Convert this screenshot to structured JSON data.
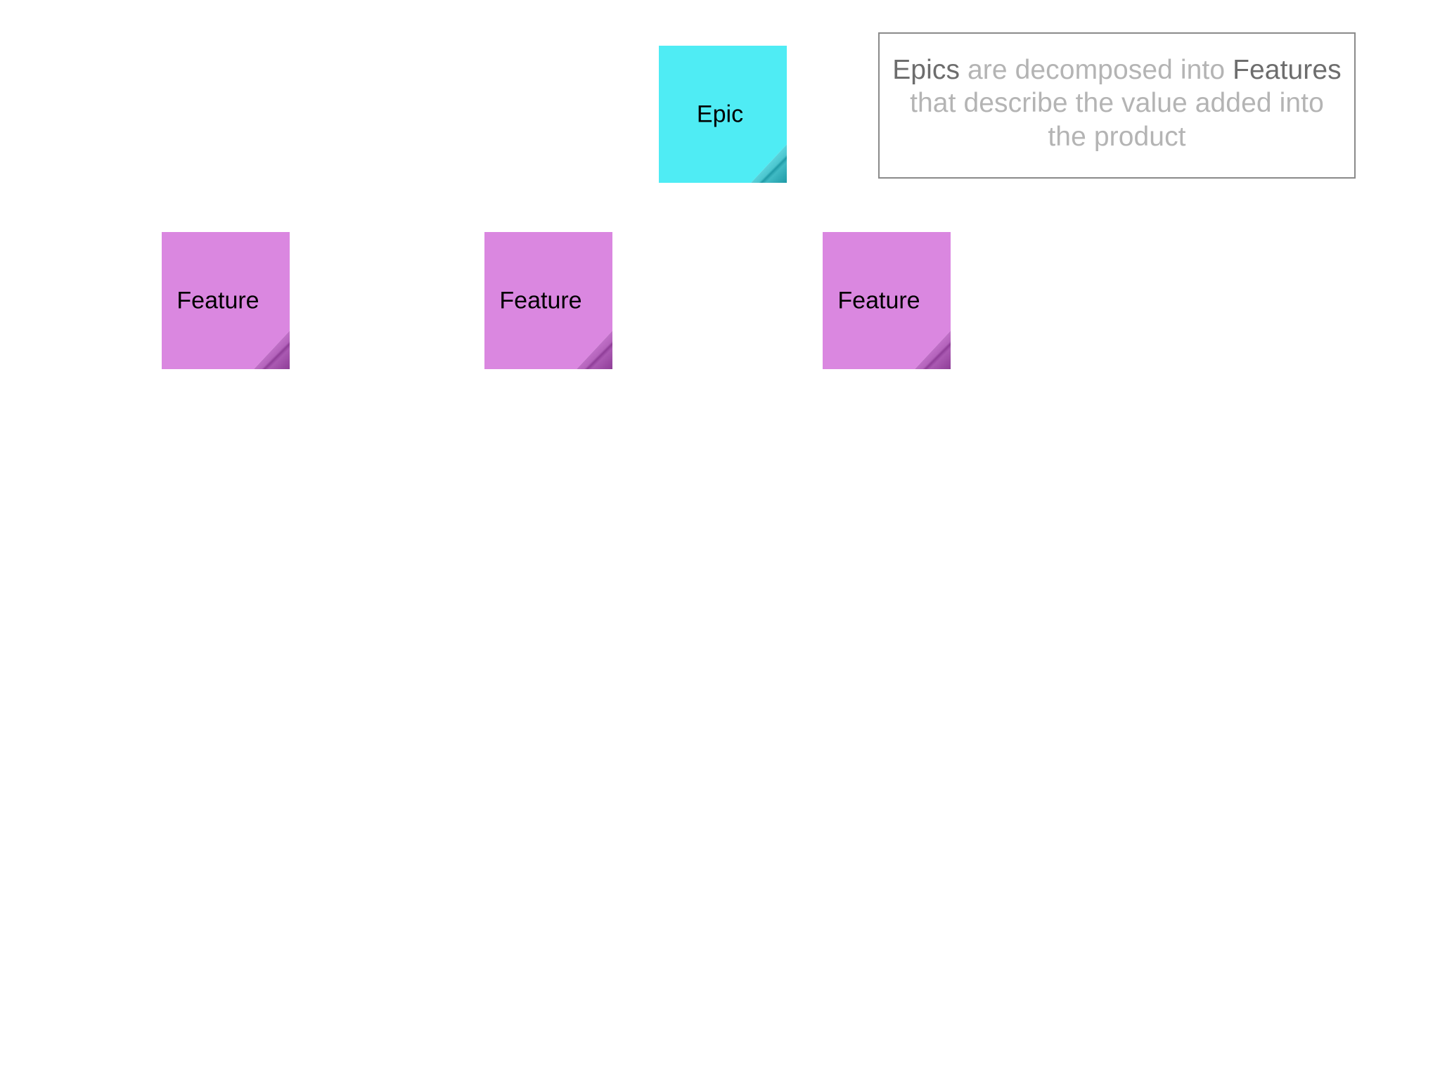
{
  "slide": {
    "background_color": "#ffffff",
    "title": "Epics are decomposed into Features"
  },
  "notes": {
    "epic": {
      "label": "Epic",
      "color": "#4FECF4",
      "text_color": "#000000",
      "kind": "epic"
    },
    "features": [
      {
        "label": "Feature",
        "color": "#DA87E0",
        "text_color": "#000000",
        "kind": "feature"
      },
      {
        "label": "Feature",
        "color": "#DA87E0",
        "text_color": "#000000",
        "kind": "feature"
      },
      {
        "label": "Feature",
        "color": "#DA87E0",
        "text_color": "#000000",
        "kind": "feature"
      }
    ]
  },
  "callout": {
    "border_color": "#8a8a8a",
    "body_color": "#b4b4b4",
    "emphasis_color": "#6d6d6d",
    "segments": [
      {
        "text": "Epics",
        "emphasis": true
      },
      {
        "text": " are decomposed into ",
        "emphasis": false
      },
      {
        "text": "Features",
        "emphasis": true
      },
      {
        "text": " that describe the value added into the product",
        "emphasis": false
      }
    ],
    "full_text": "Epics are decomposed into Features that describe the value added into the product",
    "line_1": "Epics are decomposed into",
    "line_2": "Features that describe the",
    "line_3": "value added into the product"
  }
}
